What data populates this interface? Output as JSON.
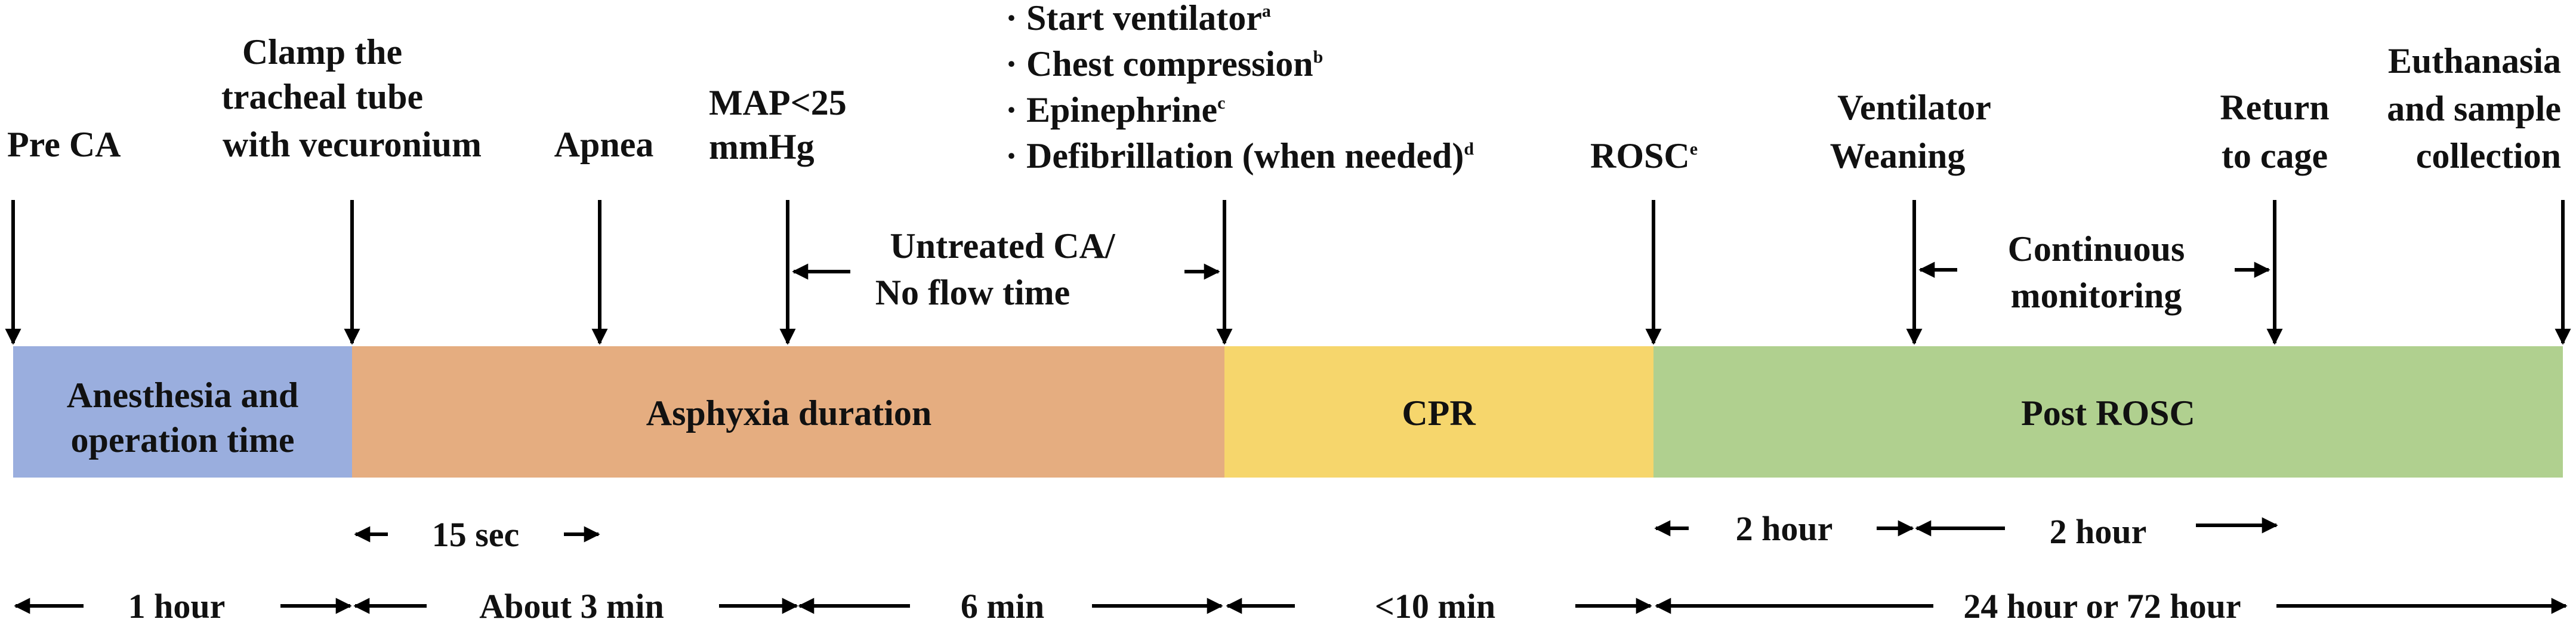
{
  "colors": {
    "anesthesia": "#9aaede",
    "asphyxia": "#e5ad80",
    "cpr": "#f6d66c",
    "post_rosc": "#b0d08f",
    "ink": "#000000"
  },
  "events": {
    "pre_ca": "Pre CA",
    "clamp": [
      "Clamp the",
      "tracheal tube",
      "with vecuronium"
    ],
    "apnea": "Apnea",
    "map": [
      "MAP<25",
      "mmHg"
    ],
    "interventions": [
      {
        "text": "Start ventilator",
        "sup": "a"
      },
      {
        "text": "Chest compression",
        "sup": "b"
      },
      {
        "text": "Epinephrine",
        "sup": "c"
      },
      {
        "text": "Defibrillation (when needed)",
        "sup": "d"
      }
    ],
    "rosc": {
      "text": "ROSC",
      "sup": "e"
    },
    "ventilator": [
      "Ventilator",
      "Weaning"
    ],
    "return": [
      "Return",
      "to cage"
    ],
    "euthanasia": [
      "Euthanasia",
      "and sample",
      "collection"
    ]
  },
  "spans": {
    "untreated": [
      "Untreated CA/",
      "No flow time"
    ],
    "monitoring": [
      "Continuous",
      "monitoring"
    ]
  },
  "phases": {
    "anesthesia": [
      "Anesthesia and",
      "operation time"
    ],
    "asphyxia": "Asphyxia duration",
    "cpr": "CPR",
    "post_rosc": "Post ROSC"
  },
  "durations": {
    "apnea_interval": "15 sec",
    "weaning_1": "2 hour",
    "weaning_2": "2 hour",
    "anesthesia": "1 hour",
    "asphyxia": "About 3 min",
    "cpr_delay": "6 min",
    "cpr": "<10 min",
    "post_rosc": "24 hour or 72 hour"
  }
}
